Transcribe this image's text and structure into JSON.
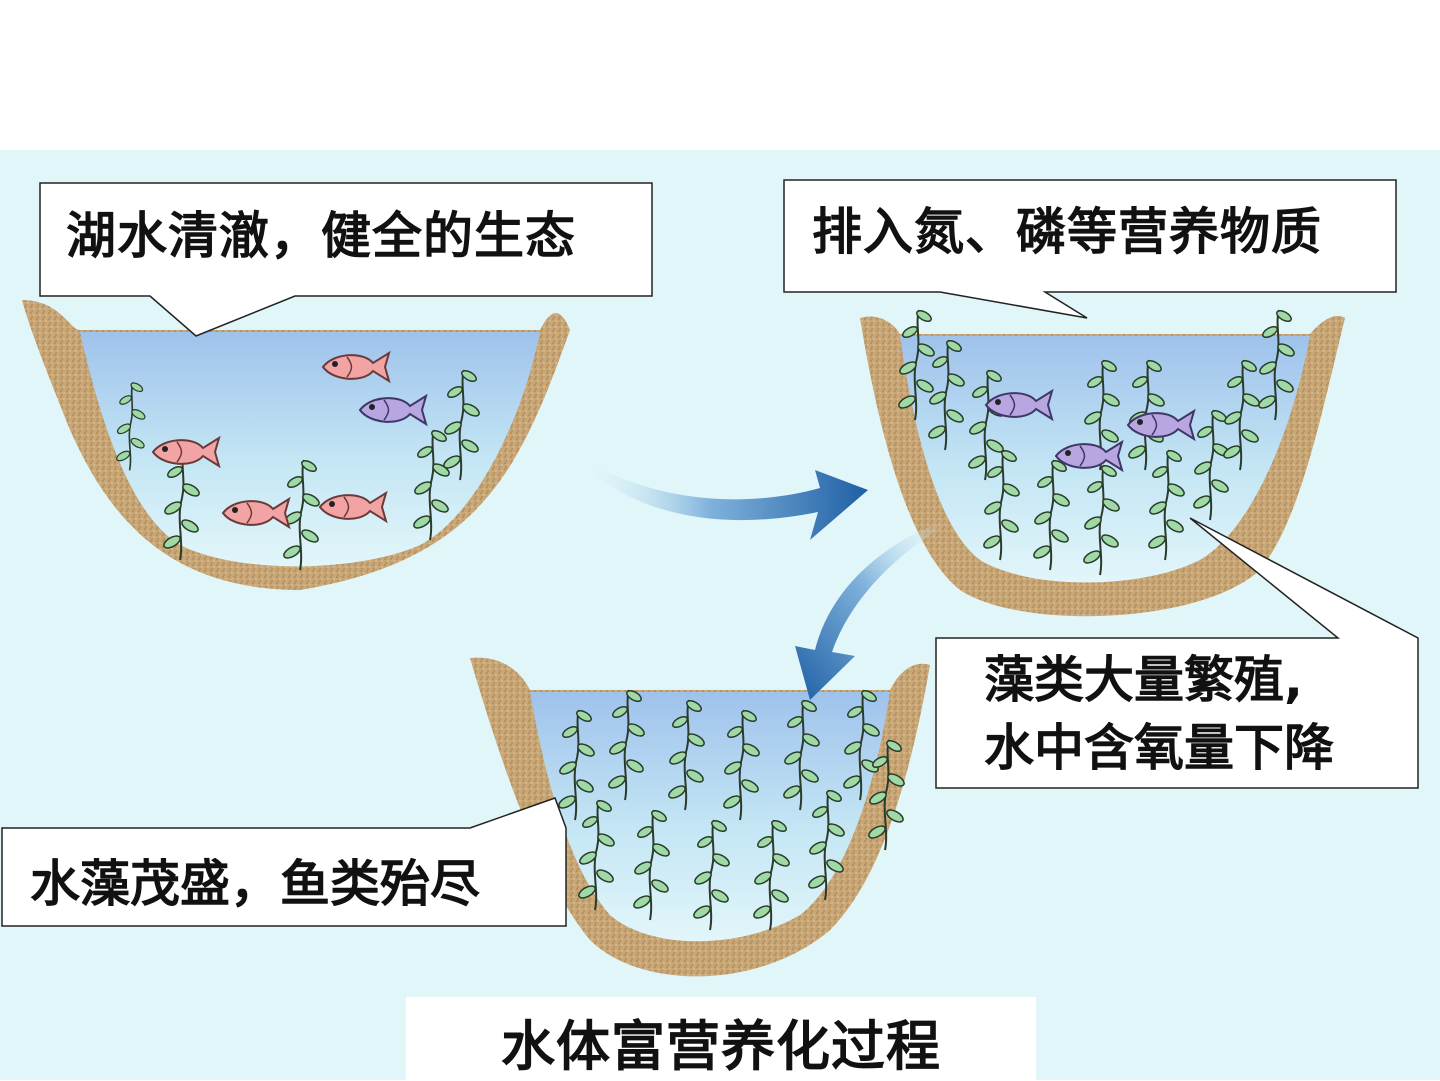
{
  "callouts": {
    "top_left": "湖水清澈，健全的生态",
    "top_right": "排入氮、磷等营养物质",
    "right_line1": "藻类大量繁殖,",
    "right_line2": "水中含氧量下降",
    "bottom_left": "水藻茂盛，鱼类殆尽"
  },
  "title": "水体富营养化过程",
  "colors": {
    "background": "#e1f6f9",
    "soil": "#c9a675",
    "water_top": "#9fc2ec",
    "water_bottom": "#e2f6fa",
    "arrow": "#2a6db0",
    "plant_leaf": "#9ed9a6",
    "plant_stroke": "#2a3b2a",
    "fish_red": "#f2a3a3",
    "fish_purple": "#b7a6df"
  }
}
